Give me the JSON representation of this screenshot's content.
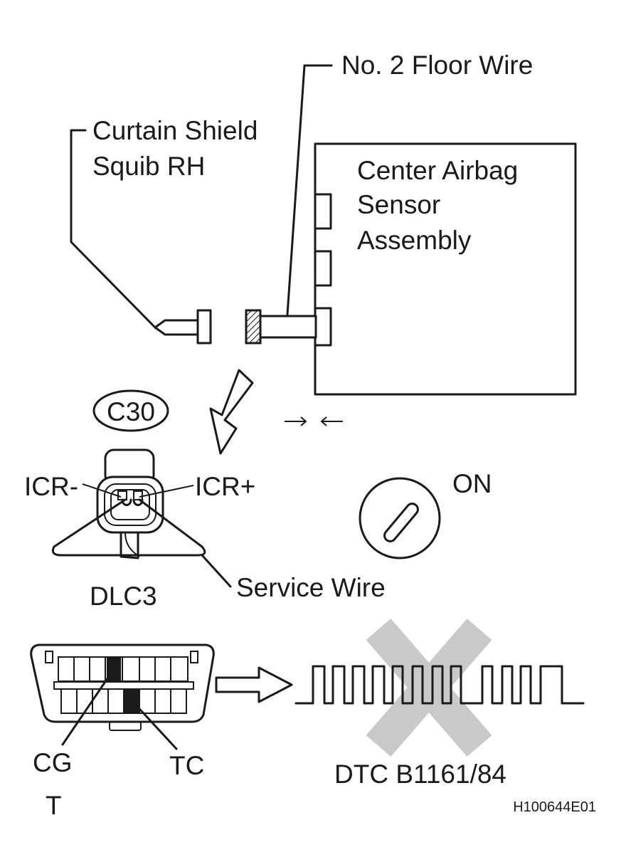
{
  "labels": {
    "floor_wire": "No. 2 Floor Wire",
    "squib_line1": "Curtain Shield",
    "squib_line2": "Squib RH",
    "sensor_line1": "Center Airbag",
    "sensor_line2": "Sensor",
    "sensor_line3": "Assembly",
    "connector_code": "C30",
    "icr_minus": "ICR-",
    "icr_plus": "ICR+",
    "ignition_state": "ON",
    "service_wire": "Service Wire",
    "dlc3": "DLC3",
    "cg": "CG",
    "tc": "TC",
    "dtc": "DTC B1161/84",
    "t_mark": "T",
    "figure_id": "H100644E01"
  },
  "colors": {
    "line": "#1a1a1a",
    "cross_out": "#c9c9c9",
    "hatch": "#1a1a1a",
    "background": "#ffffff"
  },
  "icons": {
    "arrow_down": "down-left-arrow-icon",
    "arrow_right": "right-outline-arrow-icon",
    "ignition": "ignition-key-icon",
    "cross": "cross-out-icon",
    "waveform": "dtc-pulse-waveform"
  }
}
